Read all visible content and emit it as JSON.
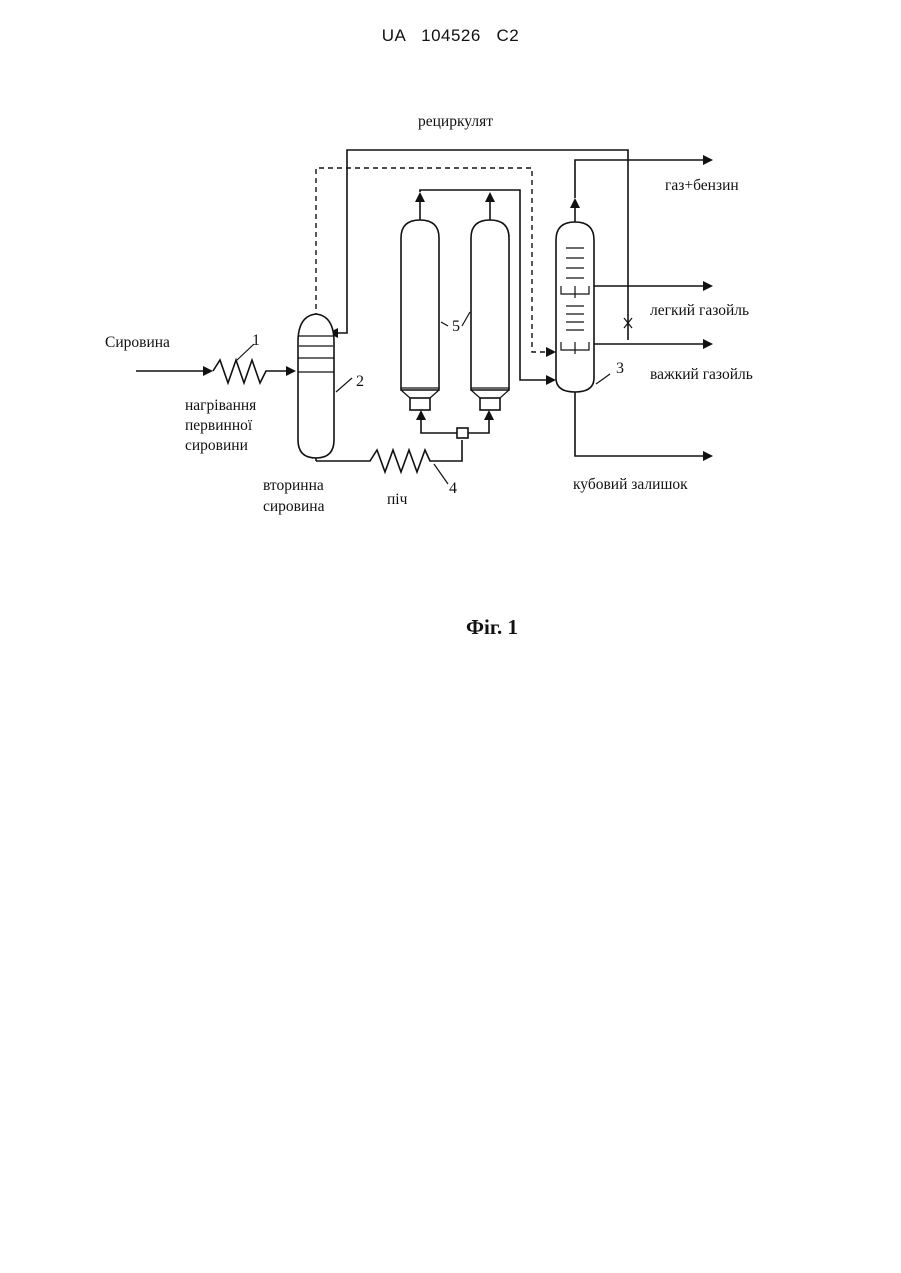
{
  "header": {
    "country": "UA",
    "number": "104526",
    "kind": "C2"
  },
  "diagram": {
    "labels": {
      "recycle": "рециркулят",
      "gas_gasoline": "газ+бензин",
      "feed": "Сировина",
      "heating_line1": "нагрівання",
      "heating_line2": "первинної",
      "heating_line3": "сировини",
      "secondary_line1": "вторинна",
      "secondary_line2": "сировина",
      "furnace": "піч",
      "light_gasoil": "легкий газойль",
      "heavy_gasoil": "важкий газойль",
      "bottoms": "кубовий залишок"
    },
    "numbers": {
      "heater": "1",
      "column": "2",
      "fractionator": "3",
      "furnace": "4",
      "coke_drums": "5"
    }
  },
  "caption": "Фіг. 1"
}
